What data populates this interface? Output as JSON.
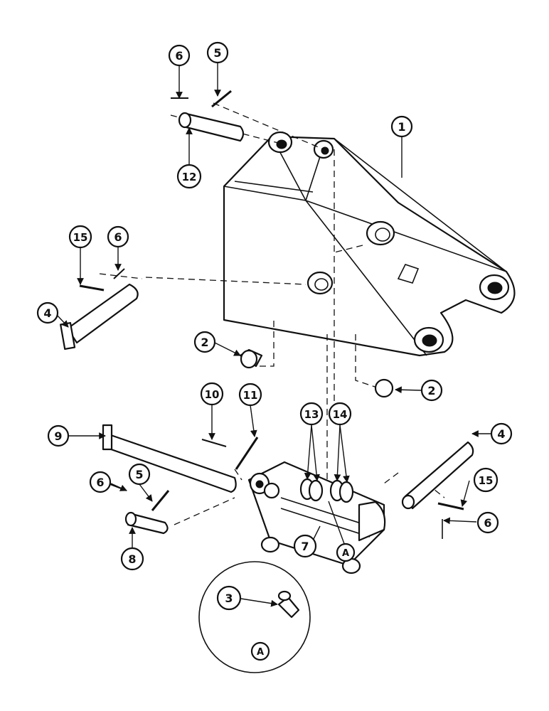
{
  "callouts": {
    "c1": "1",
    "c2a": "2",
    "c2b": "2",
    "c3": "3",
    "c4a": "4",
    "c4b": "4",
    "c5a": "5",
    "c5b": "5",
    "c6a": "6",
    "c6b": "6",
    "c6c": "6",
    "c6d": "6",
    "c7": "7",
    "c8": "8",
    "c9": "9",
    "c10": "10",
    "c11": "11",
    "c12": "12",
    "c13": "13",
    "c14": "14",
    "c15a": "15",
    "c15b": "15",
    "cA1": "A",
    "cA2": "A"
  }
}
